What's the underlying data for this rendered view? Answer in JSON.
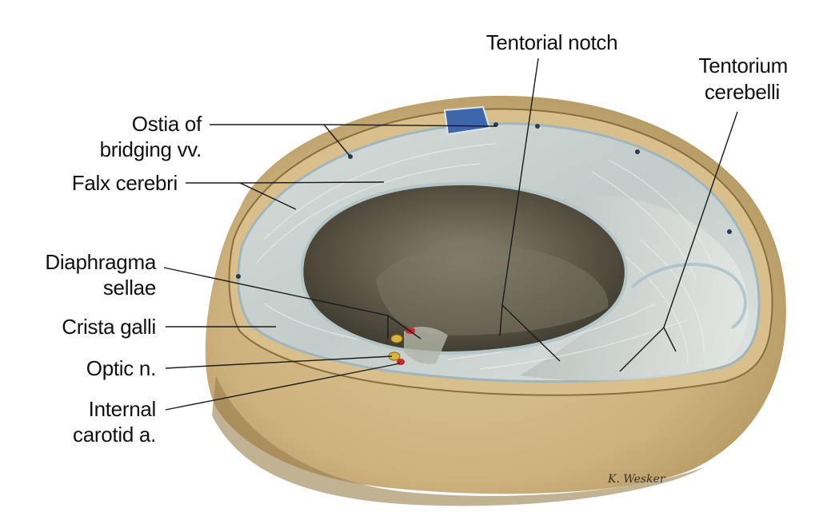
{
  "labels": {
    "ostia_line1": "Ostia of",
    "ostia_line2": "bridging vv.",
    "falx": "Falx cerebri",
    "diaphragma_line1": "Diaphragma",
    "diaphragma_line2": "sellae",
    "crista": "Crista galli",
    "optic": "Optic n.",
    "carotid_line1": "Internal",
    "carotid_line2": "carotid a.",
    "notch": "Tentorial notch",
    "tentorium_line1": "Tentorium",
    "tentorium_line2": "cerebelli"
  },
  "signature": "K. Wesker",
  "colors": {
    "bone": "#cdb27d",
    "bone_shadow": "#a88b55",
    "dura": "#c9d1d0",
    "dura_edge": "#9fb6bd",
    "cavity": "#6c6554",
    "artery": "#c8262c",
    "nerve": "#d9b43a",
    "leader": "#1a1a1a"
  }
}
